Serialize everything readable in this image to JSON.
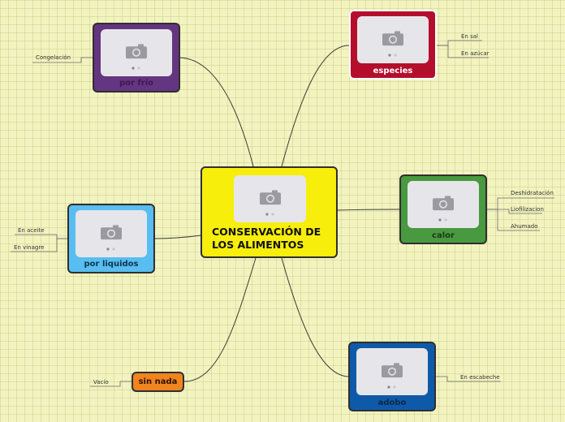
{
  "center": {
    "title_line1": "CONSERVACIÓN DE",
    "title_line2": "LOS ALIMENTOS",
    "color": "#f7ee0b"
  },
  "branches": {
    "por_frio": {
      "label": "por frío",
      "color": "#643580",
      "leaves": [
        "Congelación"
      ]
    },
    "especies": {
      "label": "especies",
      "color": "#b50e2c",
      "leaves": [
        "En sal",
        "En azúcar"
      ]
    },
    "calor": {
      "label": "calor",
      "color": "#48993f",
      "leaves": [
        "Deshidratación",
        "Liofilizacion",
        "Ahumado"
      ]
    },
    "por_liquidos": {
      "label": "por liquidos",
      "color": "#58bdf0",
      "leaves": [
        "En aceite",
        "En vinagre"
      ]
    },
    "sin_nada": {
      "label": "sin nada",
      "color": "#f0841f",
      "leaves": [
        "Vacío"
      ]
    },
    "adobo": {
      "label": "adobo",
      "color": "#0f5aa8",
      "leaves": [
        "En escabeche"
      ]
    }
  },
  "icons": {
    "placeholder": "camera-icon"
  }
}
